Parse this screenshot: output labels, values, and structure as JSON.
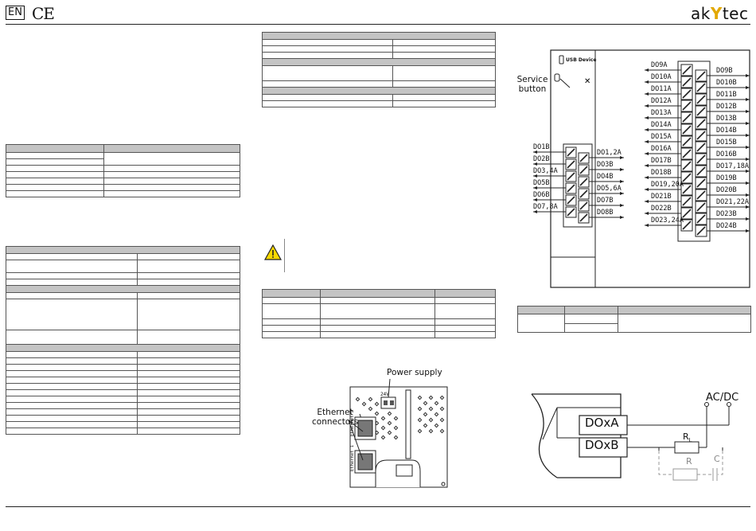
{
  "header": {
    "lang": "EN",
    "ce_mark": "CE",
    "logo_left": "ak",
    "logo_mid": "Y",
    "logo_right": "tec"
  },
  "connection_diagram": {
    "usb_label": "USB Device",
    "service_label_line1": "Service",
    "service_label_line2": "button",
    "left_terminals_left": [
      "DO1B",
      "DO2B",
      "DO3,4A",
      "DO5B",
      "DO6B",
      "DO7,8A"
    ],
    "left_terminals_right": [
      "DO1,2A",
      "DO3B",
      "DO4B",
      "DO5,6A",
      "DO7B",
      "DO8B"
    ],
    "right_terminals_left": [
      "DO9A",
      "DO10A",
      "DO11A",
      "DO12A",
      "DO13A",
      "DO14A",
      "DO15A",
      "DO16A",
      "DO17B",
      "DO18B",
      "DO19,20A",
      "DO21B",
      "DO22B",
      "DO23,24A"
    ],
    "right_terminals_right": [
      "DO9B",
      "DO10B",
      "DO11B",
      "DO12B",
      "DO13B",
      "DO14B",
      "DO15B",
      "DO16B",
      "DO17,18A",
      "DO19B",
      "DO20B",
      "DO21,22A",
      "DO23B",
      "DO24B"
    ]
  },
  "ethernet_figure": {
    "power_label": "Power supply",
    "ethernet_label_line1": "Ethernet",
    "ethernet_label_line2": "connectors",
    "port1": "Ethernet 1",
    "port2": "Ethernet 2",
    "voltage": "24V"
  },
  "output_circuit": {
    "supply_label": "AC/DC",
    "out_a": "DOxA",
    "out_b": "DOxB",
    "rl": "R",
    "rl_sub": "L",
    "r": "R",
    "c": "C"
  }
}
